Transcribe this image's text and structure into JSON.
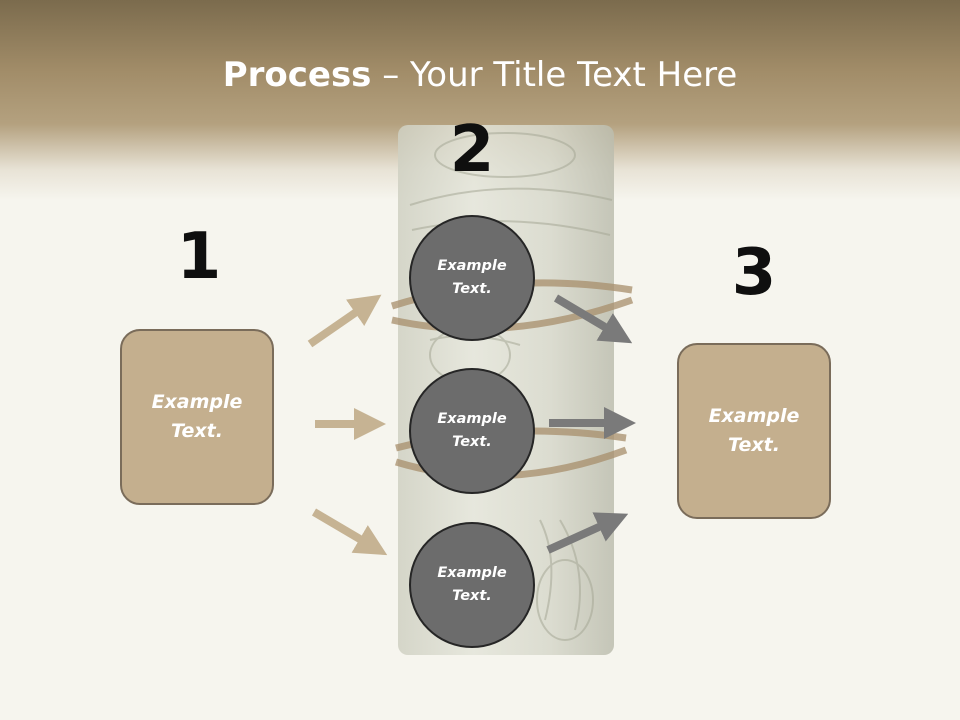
{
  "slide": {
    "title_bold": "Process",
    "title_rest": " – Your Title Text Here"
  },
  "steps": [
    {
      "number": "1"
    },
    {
      "number": "2"
    },
    {
      "number": "3"
    }
  ],
  "left_box": {
    "line1": "Example",
    "line2": "Text."
  },
  "circles": [
    {
      "line1": "Example",
      "line2": "Text."
    },
    {
      "line1": "Example",
      "line2": "Text."
    },
    {
      "line1": "Example",
      "line2": "Text."
    }
  ],
  "right_box": {
    "line1": "Example",
    "line2": "Text."
  },
  "colors": {
    "header": "#a18c68",
    "box_fill": "#c4af8e",
    "box_border": "#7a6c5a",
    "circle_fill": "#6c6c6c",
    "tan_arrow": "#c6b393",
    "gray_arrow": "#7a7a7a"
  },
  "background_image": "rolled-dollar-bills-tied-with-twine"
}
